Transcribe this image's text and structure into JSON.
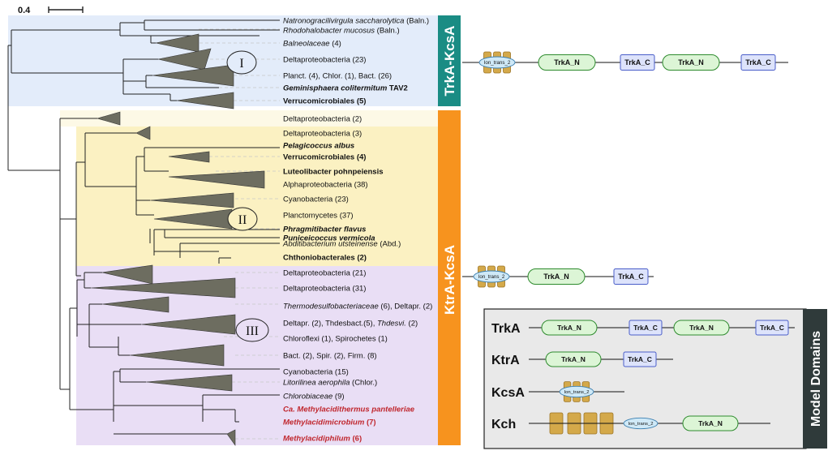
{
  "scale_bar": {
    "label": "0.4"
  },
  "clades": {
    "I": {
      "numeral": "I",
      "group_label": "TrkA-KcsA",
      "color": "#1a8c84",
      "bg": "#e3ecfa"
    },
    "II": {
      "numeral": "II",
      "bg": "#fbf1c2",
      "bg_light": "#fdf9e6"
    },
    "III": {
      "numeral": "III",
      "bg": "#e9def5"
    },
    "ktra_group_label": "KtrA-KcsA",
    "ktra_color": "#f7931e"
  },
  "taxa": [
    {
      "parts": [
        {
          "t": "Natronogracilivirgula saccharolytica",
          "s": "it"
        },
        {
          "t": " (Baln.)"
        }
      ]
    },
    {
      "parts": [
        {
          "t": "Rhodohalobacter mucosus",
          "s": "it"
        },
        {
          "t": " (Baln.)"
        }
      ]
    },
    {
      "parts": [
        {
          "t": "Balneolaceae",
          "s": "it"
        },
        {
          "t": " (4)"
        }
      ]
    },
    {
      "parts": [
        {
          "t": "Deltaproteobacteria (23)"
        }
      ]
    },
    {
      "parts": [
        {
          "t": "Planct. (4), Chlor. (1), Bact. (26)"
        }
      ]
    },
    {
      "parts": [
        {
          "t": "Geminisphaera colitermitum",
          "s": "bd it"
        },
        {
          "t": " TAV2",
          "s": "bd"
        }
      ]
    },
    {
      "parts": [
        {
          "t": "Verrucomicrobiales (5)",
          "s": "bd"
        }
      ]
    },
    {
      "parts": [
        {
          "t": "Deltaproteobacteria (2)"
        }
      ]
    },
    {
      "parts": [
        {
          "t": "Deltaproteobacteria (3)"
        }
      ]
    },
    {
      "parts": [
        {
          "t": "Pelagicoccus albus",
          "s": "bd it"
        }
      ]
    },
    {
      "parts": [
        {
          "t": "Verrucomicrobiales (4)",
          "s": "bd"
        }
      ]
    },
    {
      "parts": [
        {
          "t": "Luteolibacter pohnpeiensis",
          "s": "bd"
        }
      ]
    },
    {
      "parts": [
        {
          "t": "Alphaproteobacteria (38)"
        }
      ]
    },
    {
      "parts": [
        {
          "t": "Cyanobacteria (23)"
        }
      ]
    },
    {
      "parts": [
        {
          "t": "Planctomycetes (37)"
        }
      ]
    },
    {
      "parts": [
        {
          "t": "Phragmitibacter flavus",
          "s": "bd it"
        }
      ]
    },
    {
      "parts": [
        {
          "t": "Puniceicoccus vermicola",
          "s": "bd it"
        }
      ]
    },
    {
      "parts": [
        {
          "t": "Abditibacterium utsteinense",
          "s": "it"
        },
        {
          "t": " (Abd.)"
        }
      ]
    },
    {
      "parts": [
        {
          "t": "Chthoniobacterales (2)",
          "s": "bd"
        }
      ]
    },
    {
      "parts": [
        {
          "t": "Deltaproteobacteria (21)"
        }
      ]
    },
    {
      "parts": [
        {
          "t": "Deltaproteobacteria (31)"
        }
      ]
    },
    {
      "parts": [
        {
          "t": "Thermodesulfobacteriaceae",
          "s": "it"
        },
        {
          "t": " (6), Deltapr. (2)"
        }
      ]
    },
    {
      "parts": [
        {
          "t": "Deltapr. (2), Thdesbact.(5), "
        },
        {
          "t": "Thdesvi.",
          "s": "it"
        },
        {
          "t": " (2)"
        }
      ]
    },
    {
      "parts": [
        {
          "t": "Chloroflexi (1), Spirochetes (1)"
        }
      ]
    },
    {
      "parts": [
        {
          "t": "Bact. (2), Spir. (2), Firm. (8)"
        }
      ]
    },
    {
      "parts": [
        {
          "t": "Cyanobacteria (15)"
        }
      ]
    },
    {
      "parts": [
        {
          "t": "Litorilinea aerophila",
          "s": "it"
        },
        {
          "t": " (Chlor.)"
        }
      ]
    },
    {
      "parts": [
        {
          "t": "Chlorobiaceae",
          "s": "it"
        },
        {
          "t": " (9)"
        }
      ]
    },
    {
      "parts": [
        {
          "t": "Ca. Methylacidithermus pantelleriae",
          "s": "red bd it"
        }
      ]
    },
    {
      "parts": [
        {
          "t": "Methylacidimicrobium",
          "s": "red bd it"
        },
        {
          "t": " (7)",
          "s": "red bd"
        }
      ]
    },
    {
      "parts": [
        {
          "t": "Methylacidiphilum",
          "s": "red bd it"
        },
        {
          "t": " (6)",
          "s": "red bd"
        }
      ]
    }
  ],
  "architectures": {
    "trka_kcsa": [
      "Ion_trans_2",
      "TrkA_N",
      "TrkA_C",
      "TrkA_N",
      "TrkA_C"
    ],
    "ktra_kcsa": [
      "Ion_trans_2",
      "TrkA_N",
      "TrkA_C"
    ]
  },
  "legend": {
    "title": "Model Domains",
    "rows": [
      {
        "name": "TrkA",
        "domains": [
          "TrkA_N",
          "TrkA_C",
          "TrkA_N",
          "TrkA_C"
        ]
      },
      {
        "name": "KtrA",
        "domains": [
          "TrkA_N",
          "TrkA_C"
        ]
      },
      {
        "name": "KcsA",
        "domains": [
          "Ion_trans_2"
        ]
      },
      {
        "name": "Kch",
        "domains": [
          "Ion_trans_2",
          "TrkA_N"
        ]
      }
    ]
  },
  "colors": {
    "trka_n_fill": "#dcf5d6",
    "trka_n_stroke": "#2e8b2e",
    "trka_c_fill": "#dde3fb",
    "trka_c_stroke": "#4a5ec9",
    "ion_fill": "#cfe9f7",
    "ion_stroke": "#3b7fb0",
    "helix_fill": "#d4a94a",
    "helix_stroke": "#9c7424",
    "collapsed_fill": "#6d6d60",
    "legend_bg": "#e9e9e9",
    "legend_title_bg": "#2f3a3a"
  }
}
